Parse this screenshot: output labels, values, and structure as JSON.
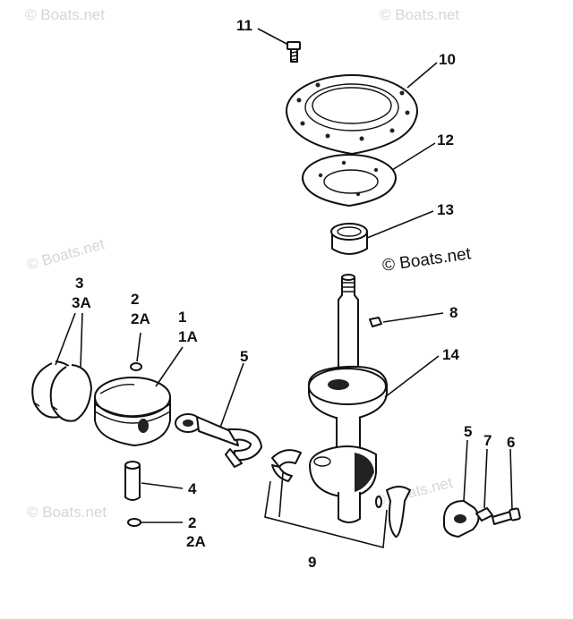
{
  "watermark": "© Boats.net",
  "copyright": "© Boats.net",
  "callouts": {
    "c11": "11",
    "c10": "10",
    "c12": "12",
    "c13": "13",
    "c8": "8",
    "c14": "14",
    "c5_rod": "5",
    "c1": "1",
    "c1a": "1A",
    "c2_top": "2",
    "c2a_top": "2A",
    "c3": "3",
    "c3a": "3A",
    "c4": "4",
    "c2_bot": "2",
    "c2a_bot": "2A",
    "c5_cap": "5",
    "c7": "7",
    "c6": "6",
    "c9": "9"
  },
  "parts": [
    {
      "ref": "11",
      "icon": "screw-icon"
    },
    {
      "ref": "10",
      "icon": "seal-plate-icon"
    },
    {
      "ref": "12",
      "icon": "bearing-housing-icon"
    },
    {
      "ref": "13",
      "icon": "bushing-icon"
    },
    {
      "ref": "8",
      "icon": "key-icon"
    },
    {
      "ref": "14",
      "icon": "crankshaft-icon"
    },
    {
      "ref": "5",
      "icon": "connecting-rod-icon"
    },
    {
      "ref": "1",
      "icon": "piston-icon"
    },
    {
      "ref": "2",
      "icon": "retaining-ring-icon"
    },
    {
      "ref": "3",
      "icon": "piston-ring-icon"
    },
    {
      "ref": "4",
      "icon": "piston-pin-icon"
    },
    {
      "ref": "7",
      "icon": "lockwasher-icon"
    },
    {
      "ref": "6",
      "icon": "cap-screw-icon"
    },
    {
      "ref": "9",
      "icon": "bearing-cage-icon"
    }
  ]
}
